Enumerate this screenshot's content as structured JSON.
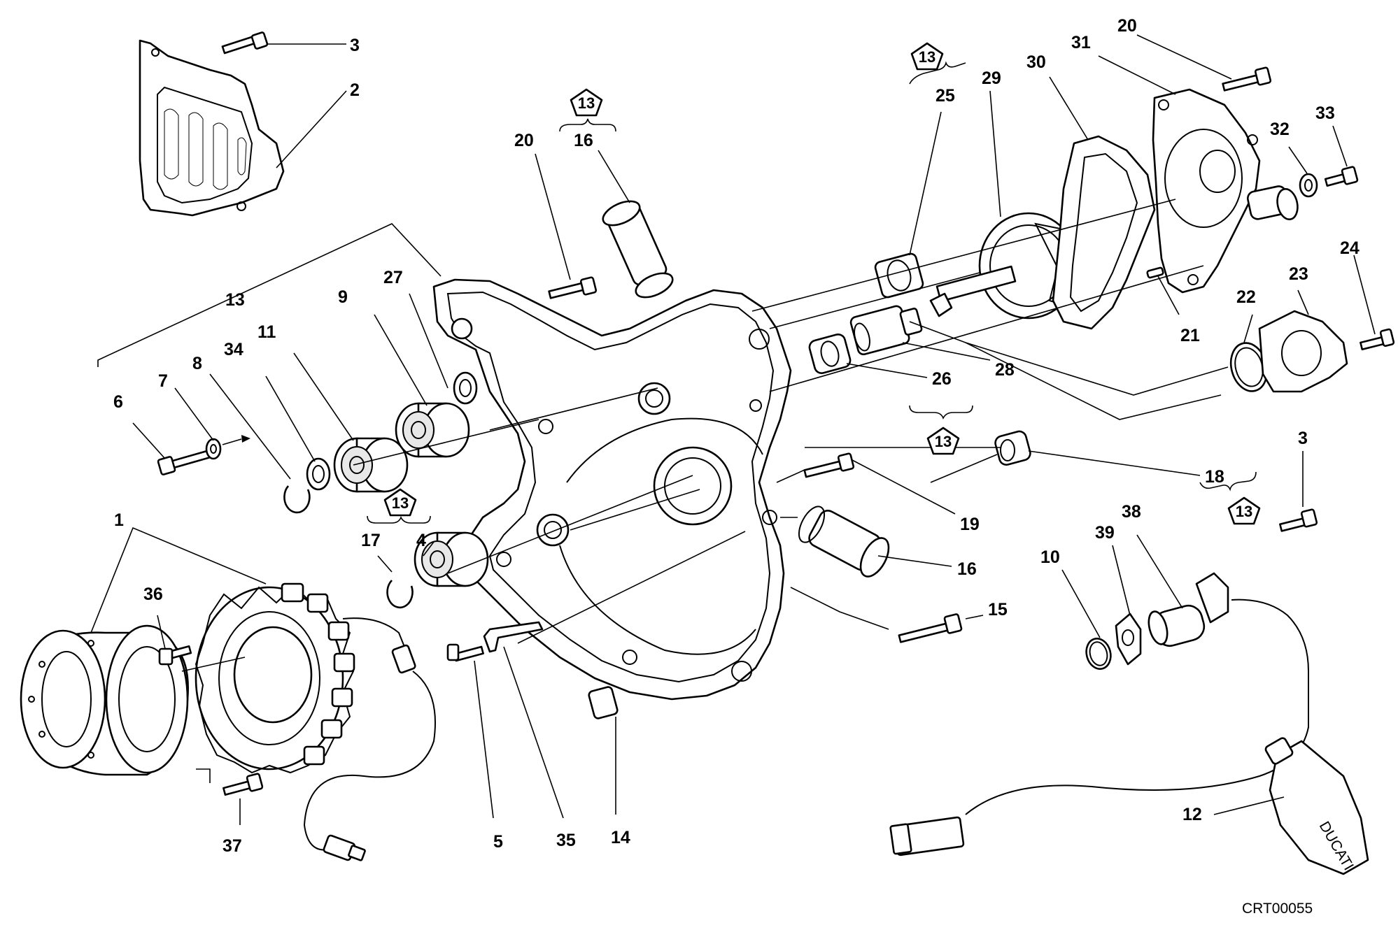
{
  "diagram": {
    "reference_code": "CRT00055",
    "kit_ref": "13",
    "labels": {
      "l1": "1",
      "l2": "2",
      "l3a": "3",
      "l3b": "3",
      "l4": "4",
      "l5": "5",
      "l6": "6",
      "l7": "7",
      "l8": "8",
      "l9": "9",
      "l10": "10",
      "l11": "11",
      "l12": "12",
      "l13": "13",
      "l14": "14",
      "l15": "15",
      "l16a": "16",
      "l16b": "16",
      "l17": "17",
      "l18": "18",
      "l19": "19",
      "l20a": "20",
      "l20b": "20",
      "l21": "21",
      "l22": "22",
      "l23": "23",
      "l24": "24",
      "l25": "25",
      "l26": "26",
      "l27": "27",
      "l28": "28",
      "l29": "29",
      "l30": "30",
      "l31": "31",
      "l32": "32",
      "l33": "33",
      "l34": "34",
      "l35": "35",
      "l36": "36",
      "l37": "37",
      "l38": "38",
      "l39": "39"
    },
    "tube_brand": "DUCATI"
  }
}
